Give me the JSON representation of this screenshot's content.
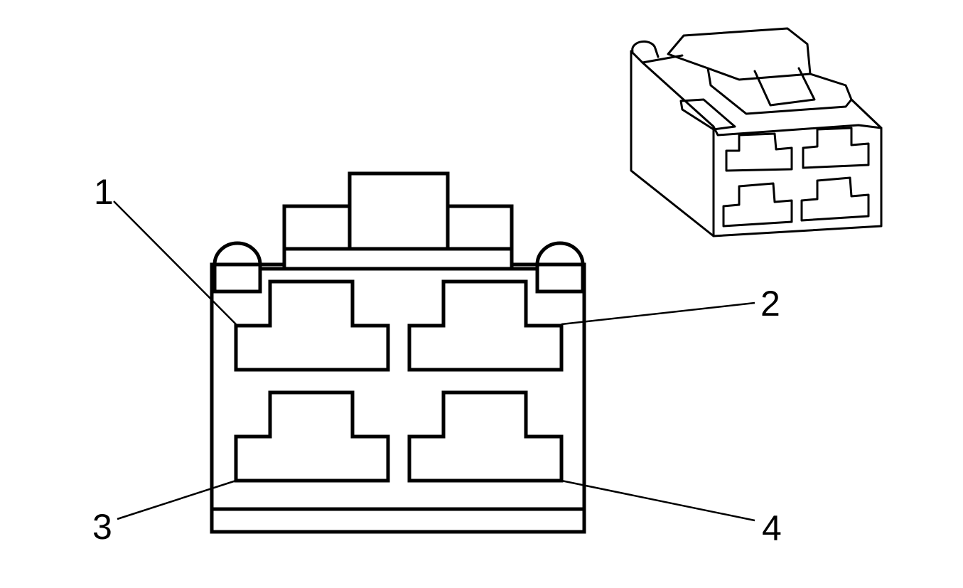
{
  "pin_labels": {
    "pin1": "1",
    "pin2": "2",
    "pin3": "3",
    "pin4": "4"
  },
  "colors": {
    "line": "#000000",
    "background": "#ffffff"
  }
}
